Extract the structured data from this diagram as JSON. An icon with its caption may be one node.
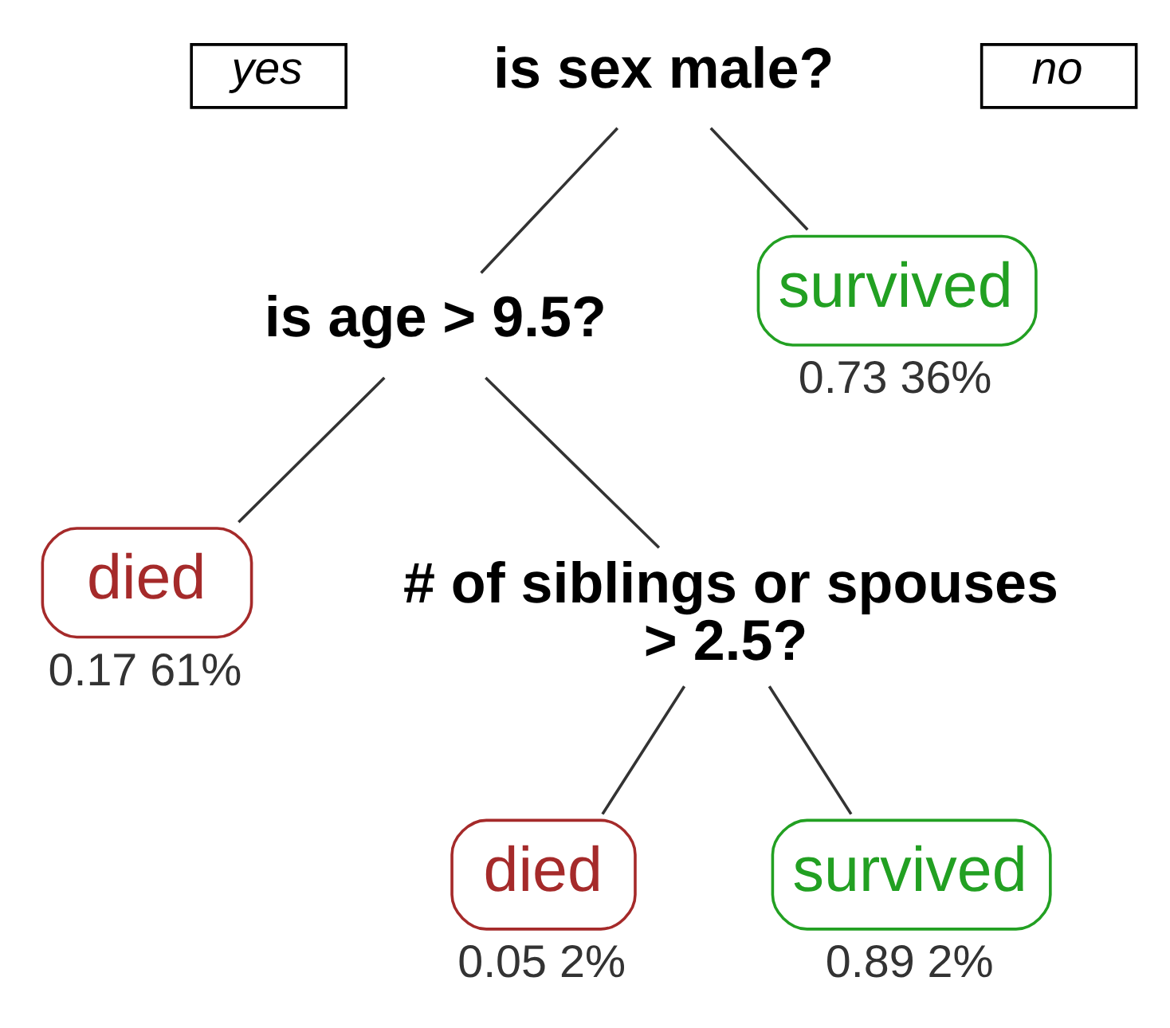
{
  "diagram": {
    "nodes": [
      {
        "text": [
          "yes"
        ]
      },
      {
        "text": [
          "is sex male?"
        ]
      },
      {
        "text": [
          "no"
        ]
      },
      {
        "text": [
          "is age > 9.5?"
        ]
      },
      {
        "text": [
          "survived"
        ],
        "beside": [
          "0.73 36%"
        ]
      },
      {
        "text": [
          "died"
        ],
        "beside": [
          "0.17 61%"
        ]
      },
      {
        "text": [
          "# of siblings or spouses",
          "> 2.5?"
        ]
      },
      {
        "text": [
          "died"
        ],
        "beside": [
          "0.05 2%"
        ]
      },
      {
        "text": [
          "survived"
        ],
        "beside": [
          "0.89 2%"
        ]
      }
    ],
    "edges": [
      {
        "from": 1,
        "to": 3,
        "arrow": "none"
      },
      {
        "from": 1,
        "to": 4,
        "arrow": "none"
      },
      {
        "from": 3,
        "to": 5,
        "arrow": "none"
      },
      {
        "from": 3,
        "to": 6,
        "arrow": "none"
      },
      {
        "from": 6,
        "to": 7,
        "arrow": "none"
      },
      {
        "from": 6,
        "to": 8,
        "arrow": "none"
      }
    ]
  }
}
